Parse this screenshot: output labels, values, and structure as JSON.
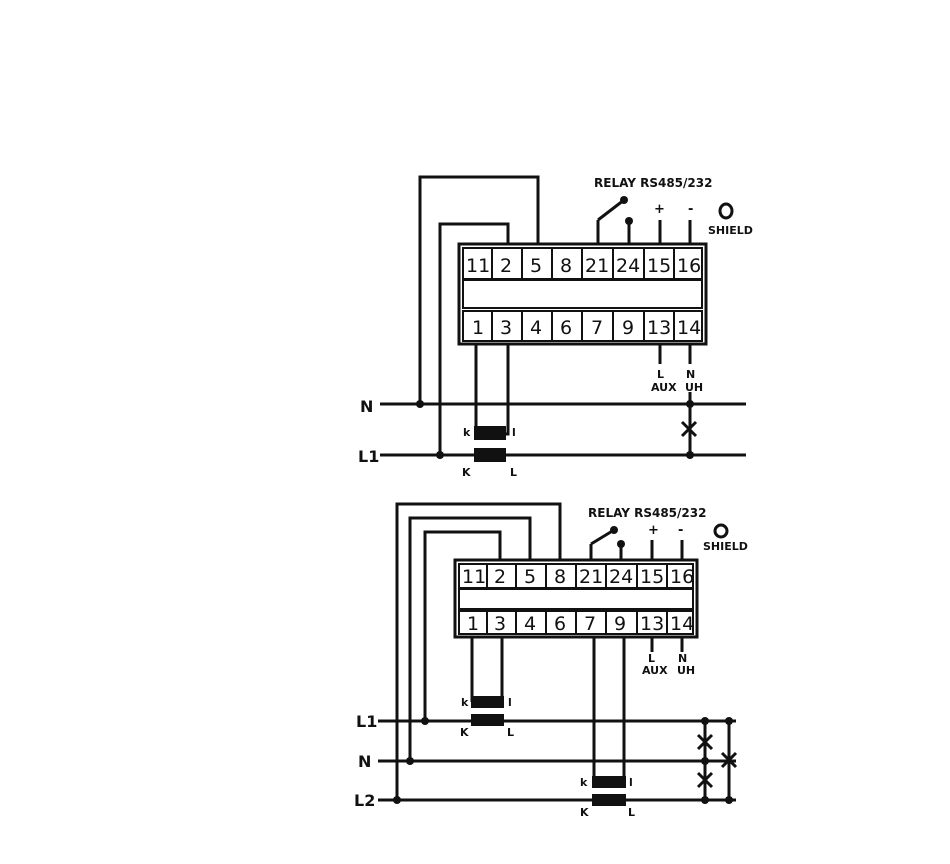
{
  "diagram1": {
    "header": "RELAY RS485/232",
    "plus": "+",
    "minus": "-",
    "shield": "SHIELD",
    "top_terminals": [
      "11",
      "2",
      "5",
      "8",
      "21",
      "24",
      "15",
      "16"
    ],
    "bottom_terminals": [
      "1",
      "3",
      "4",
      "6",
      "7",
      "9",
      "13",
      "14"
    ],
    "aux_l": "L",
    "aux_n": "N",
    "aux_label": "AUX",
    "uh_label": "UH",
    "line_n": "N",
    "line_l1": "L1",
    "ct_k_small": "k",
    "ct_l_small": "l",
    "ct_k_big": "K",
    "ct_l_big": "L"
  },
  "diagram2": {
    "header": "RELAY RS485/232",
    "plus": "+",
    "minus": "-",
    "shield": "SHIELD",
    "top_terminals": [
      "11",
      "2",
      "5",
      "8",
      "21",
      "24",
      "15",
      "16"
    ],
    "bottom_terminals": [
      "1",
      "3",
      "4",
      "6",
      "7",
      "9",
      "13",
      "14"
    ],
    "aux_l": "L",
    "aux_n": "N",
    "aux_label": "AUX",
    "uh_label": "UH",
    "line_l1": "L1",
    "line_n": "N",
    "line_l2": "L2",
    "ct1_k_small": "k",
    "ct1_l_small": "l",
    "ct1_k_big": "K",
    "ct1_l_big": "L",
    "ct2_k_small": "k",
    "ct2_l_small": "l",
    "ct2_k_big": "K",
    "ct2_l_big": "L"
  }
}
